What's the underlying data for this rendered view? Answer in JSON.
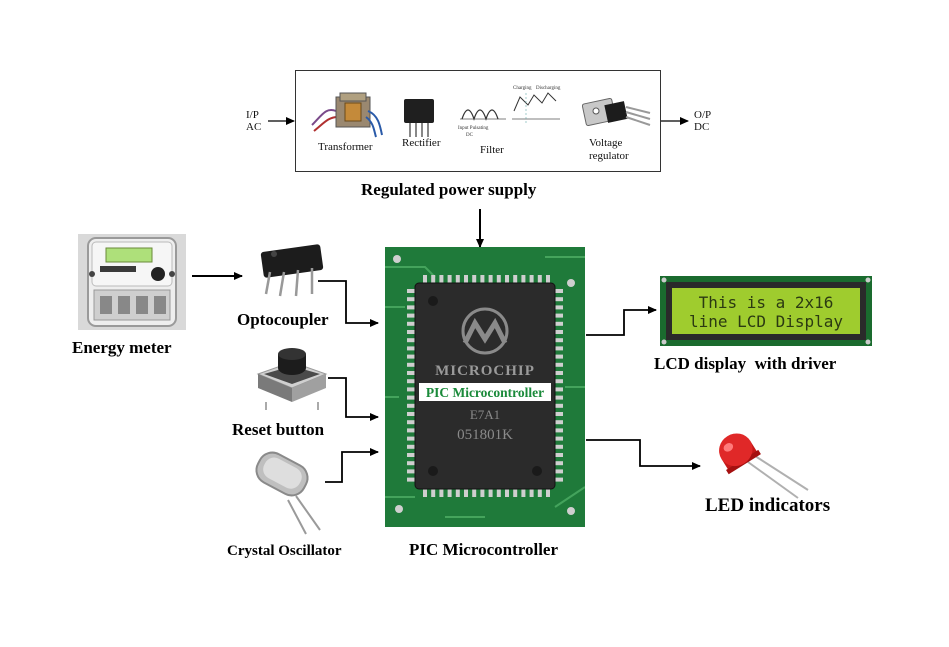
{
  "power_supply": {
    "input_label_line1": "I/P",
    "input_label_line2": "AC",
    "output_label_line1": "O/P",
    "output_label_line2": "DC",
    "stages": {
      "transformer": "Transformer",
      "rectifier": "Rectifier",
      "filter": "Filter",
      "regulator_line1": "Voltage",
      "regulator_line2": "regulator"
    },
    "filter_graph": {
      "charging": "Charging",
      "discharging": "Discharging",
      "input_line1": "Input Pulsating",
      "input_line2": "DC"
    },
    "title": "Regulated power supply"
  },
  "inputs": {
    "energy_meter": "Energy meter",
    "optocoupler": "Optocoupler",
    "reset_button": "Reset button",
    "crystal_oscillator": "Crystal Oscillator"
  },
  "mcu": {
    "chip_brand": "MICROCHIP",
    "chip_overlay_label": "PIC Microcontroller",
    "chip_code_line1": "E7A1",
    "chip_code_line2": "051801K",
    "caption": "PIC Microcontroller"
  },
  "outputs": {
    "lcd_line1": "This is a 2x16",
    "lcd_line2": "line LCD Display",
    "lcd_caption": "LCD display  with driver",
    "led_caption": "LED indicators"
  },
  "colors": {
    "pcb_green": "#1f7a3a",
    "chip_body": "#2b2b2b",
    "lcd_green": "#9fcc2e",
    "led_red": "#d81e1e",
    "overlay_text": "#1a8a3a"
  }
}
